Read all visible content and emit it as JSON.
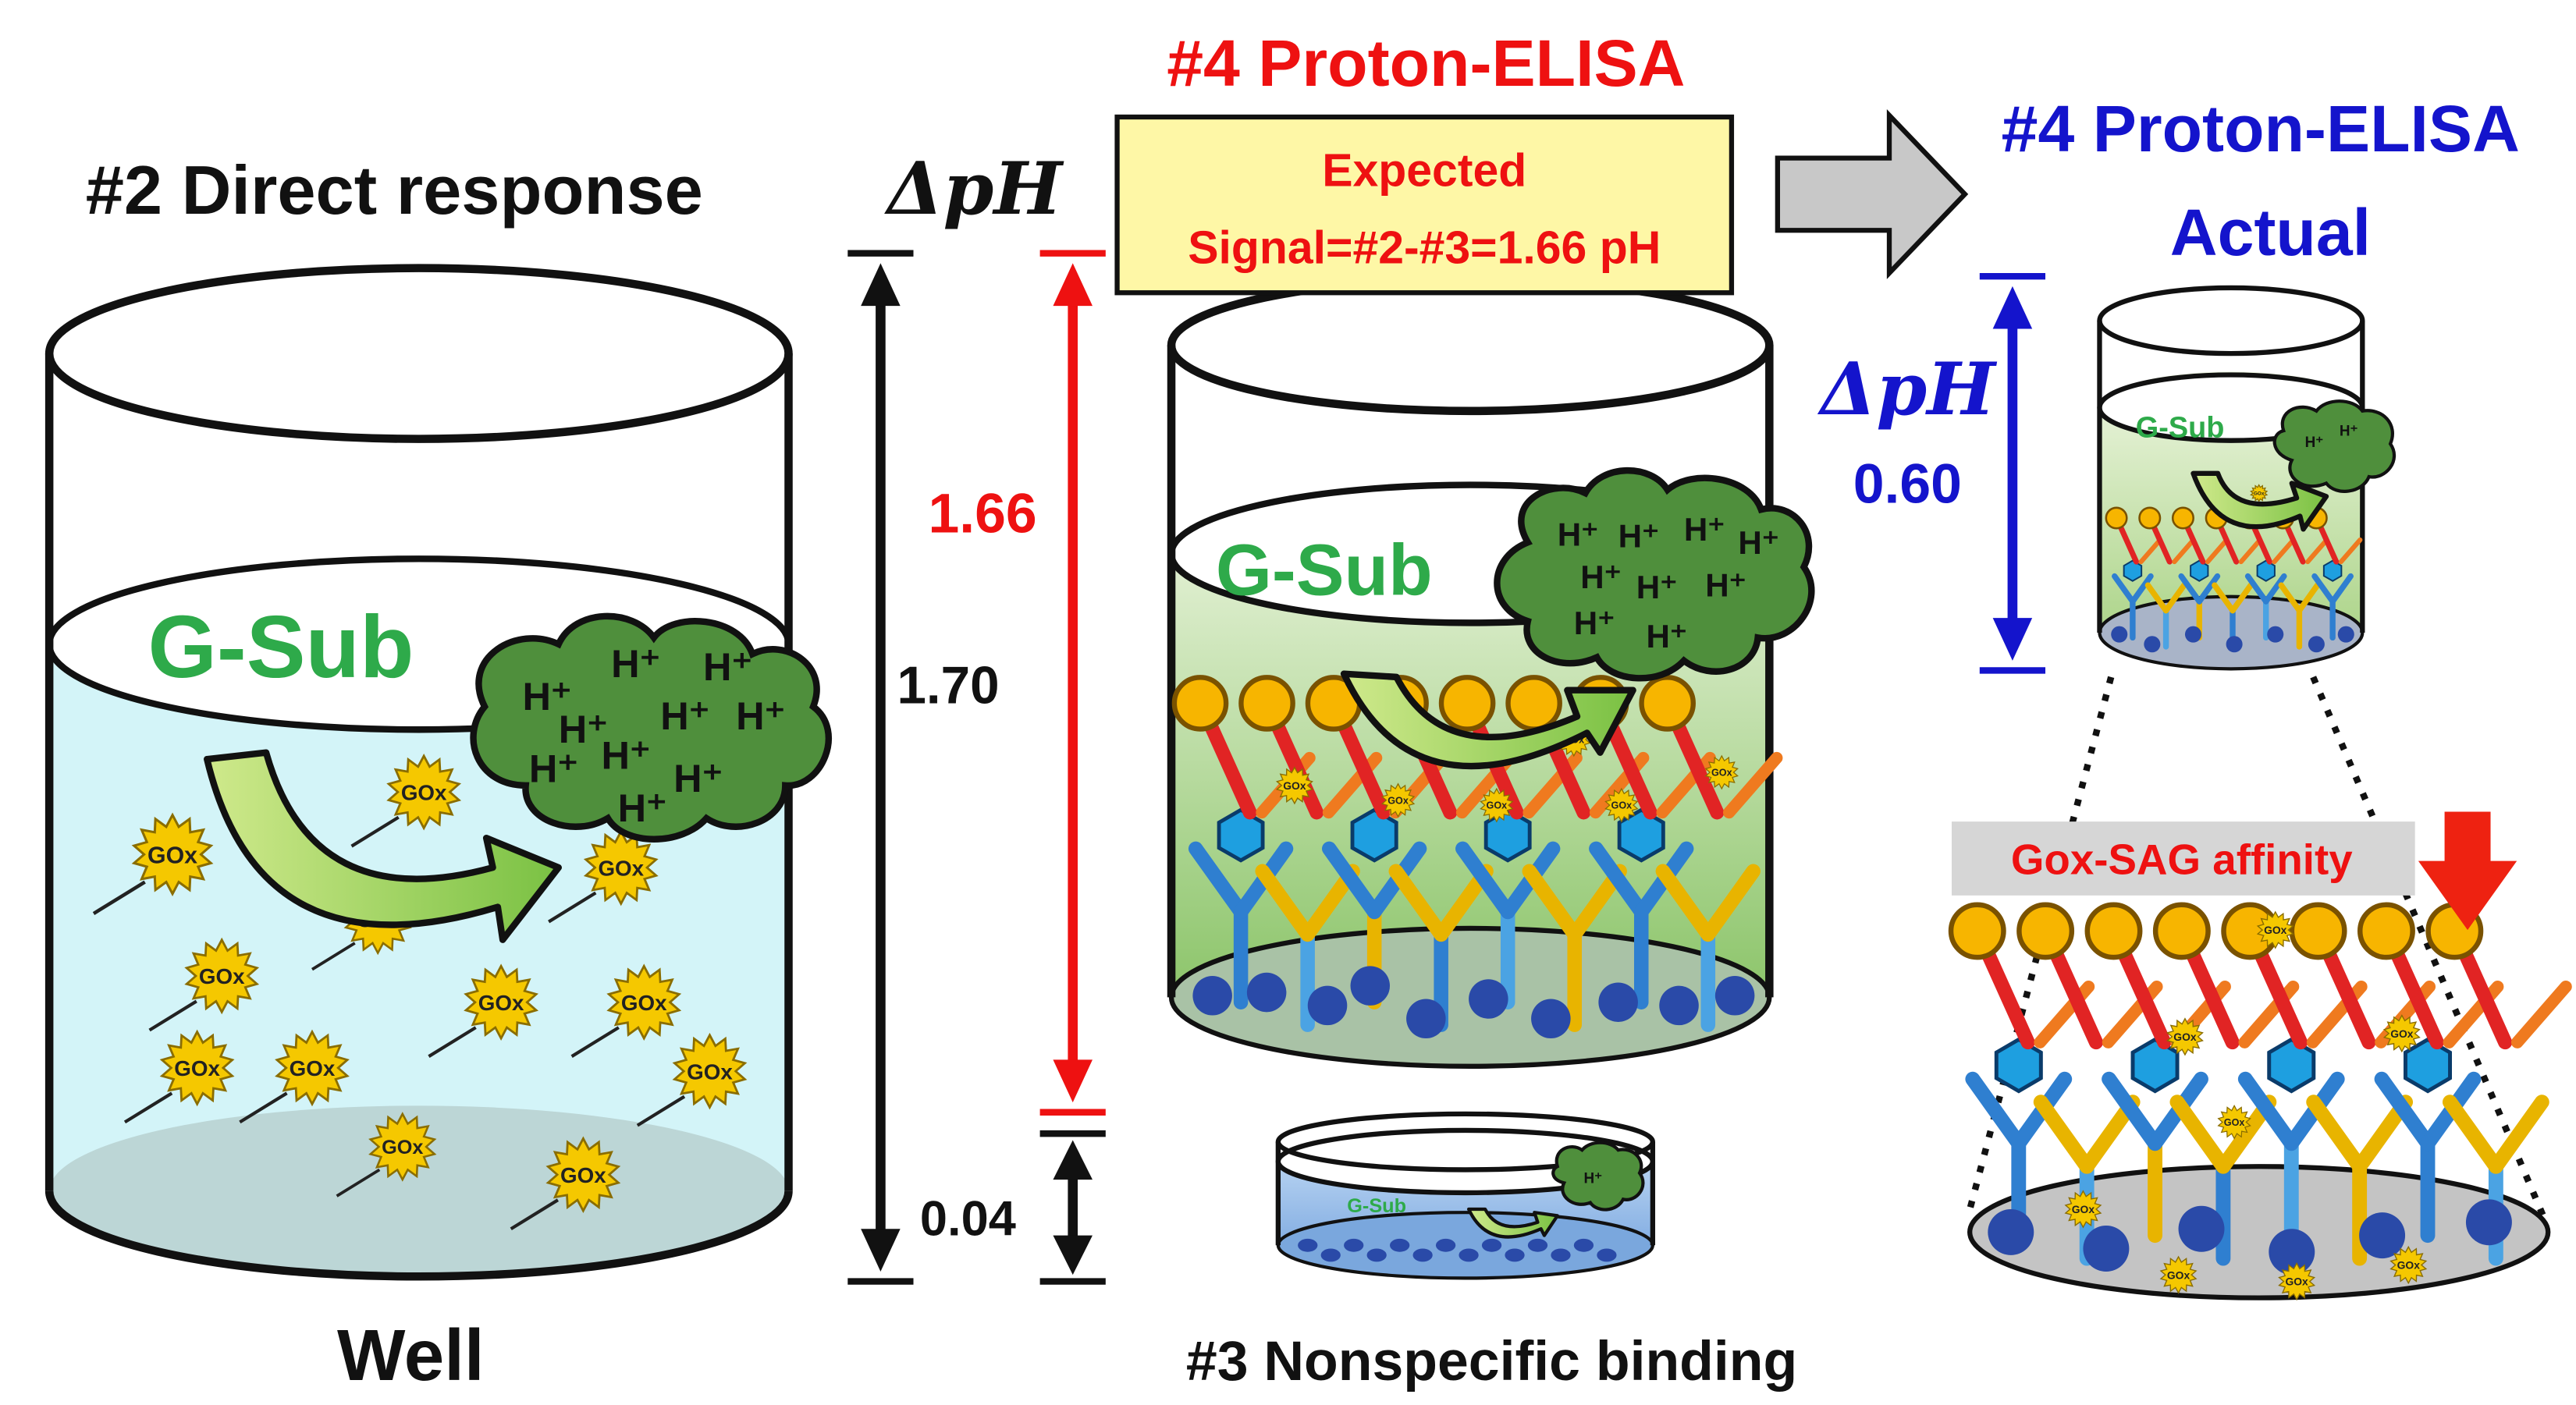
{
  "titles": {
    "direct_response": "#2 Direct response",
    "proton_elisa_expected": "#4 Proton-ELISA",
    "proton_elisa_actual_line1": "#4 Proton-ELISA",
    "proton_elisa_actual_line2": "Actual",
    "nonspecific": "#3 Nonspecific binding",
    "well": "Well"
  },
  "expected_box": {
    "line1": "Expected",
    "line2": "Signal=#2-#3=1.66 pH"
  },
  "delta_ph_label": "ΔpH",
  "values": {
    "total": "1.70",
    "expected_signal": "1.66",
    "nonspecific": "0.04",
    "actual": "0.60"
  },
  "labels": {
    "g_sub": "G-Sub",
    "proton": "H⁺",
    "gox": "GOx",
    "affinity": "Gox-SAG affinity"
  },
  "colors": {
    "red": "#ee1111",
    "blue": "#1414cc",
    "green_text": "#2eaa4a",
    "cloud": "#4f8f3c",
    "gox": "#f5c800",
    "box_fill": "#fef7a6",
    "liquid_blue": "#d3f4f8"
  }
}
